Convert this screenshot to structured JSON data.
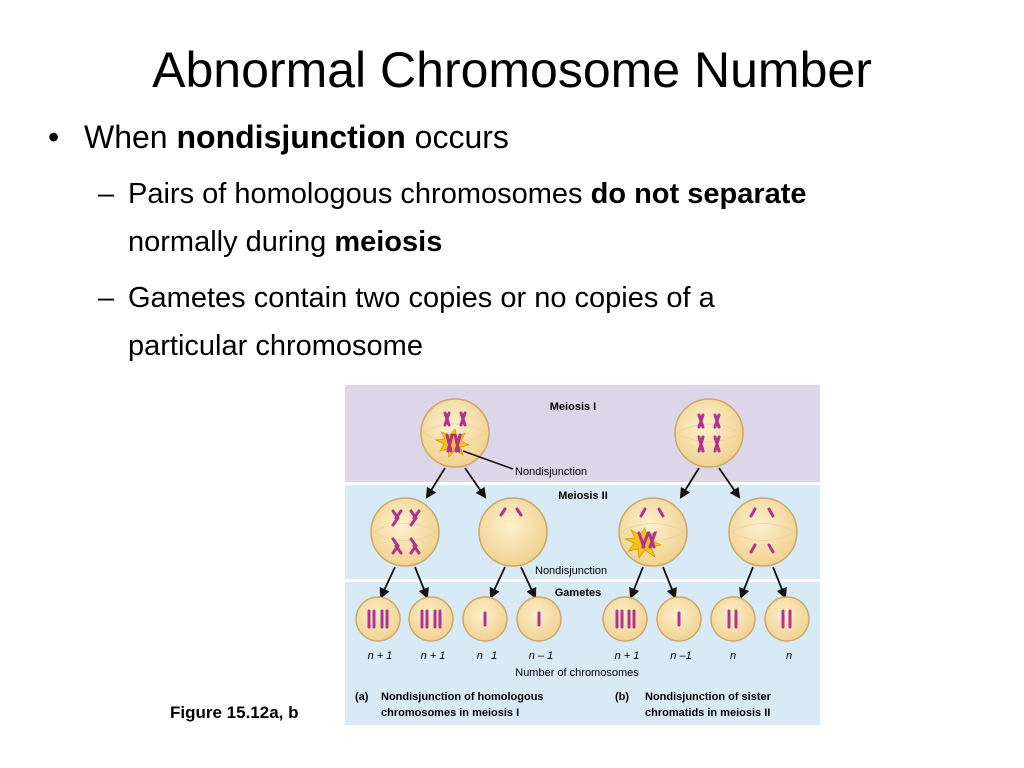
{
  "slide": {
    "title": "Abnormal Chromosome Number",
    "bullet1": {
      "prefix": "When ",
      "bold": "nondisjunction",
      "suffix": " occurs"
    },
    "sub1": {
      "text1": "Pairs of homologous chromosomes ",
      "bold1": "do not separate",
      "text2": "normally during ",
      "bold2": "meiosis"
    },
    "sub2": {
      "line1": "Gametes contain two copies or no copies of a",
      "line2": "particular chromosome"
    },
    "caption": "Figure 15.12a, b"
  },
  "figure": {
    "meiosis1_label": "Meiosis I",
    "meiosis2_label": "Meiosis II",
    "gametes_label": "Gametes",
    "nondisjunction_label_1": "Nondisjunction",
    "nondisjunction_label_2": "Nondisjunction",
    "gamete_counts": [
      "n + 1",
      "n + 1",
      "n   1",
      "n – 1",
      "n + 1",
      "n –1",
      "n",
      "n"
    ],
    "number_label": "Number of chromosomes",
    "part_a_tag": "(a)",
    "part_a_line1": "Nondisjunction of homologous",
    "part_a_line2": "chromosomes in meiosis I",
    "part_b_tag": "(b)",
    "part_b_line1": "Nondisjunction of sister",
    "part_b_line2": "chromatids in meiosis II",
    "colors": {
      "band_meiosis1": "#ddd6e8",
      "band_meiosis2": "#d8eaf6",
      "band_gametes": "#d8eaf6",
      "cell_fill": "#f7dfaa",
      "cell_stroke": "#c9a868",
      "chromosome": "#b2338f",
      "starburst": "#f6c21a"
    }
  }
}
